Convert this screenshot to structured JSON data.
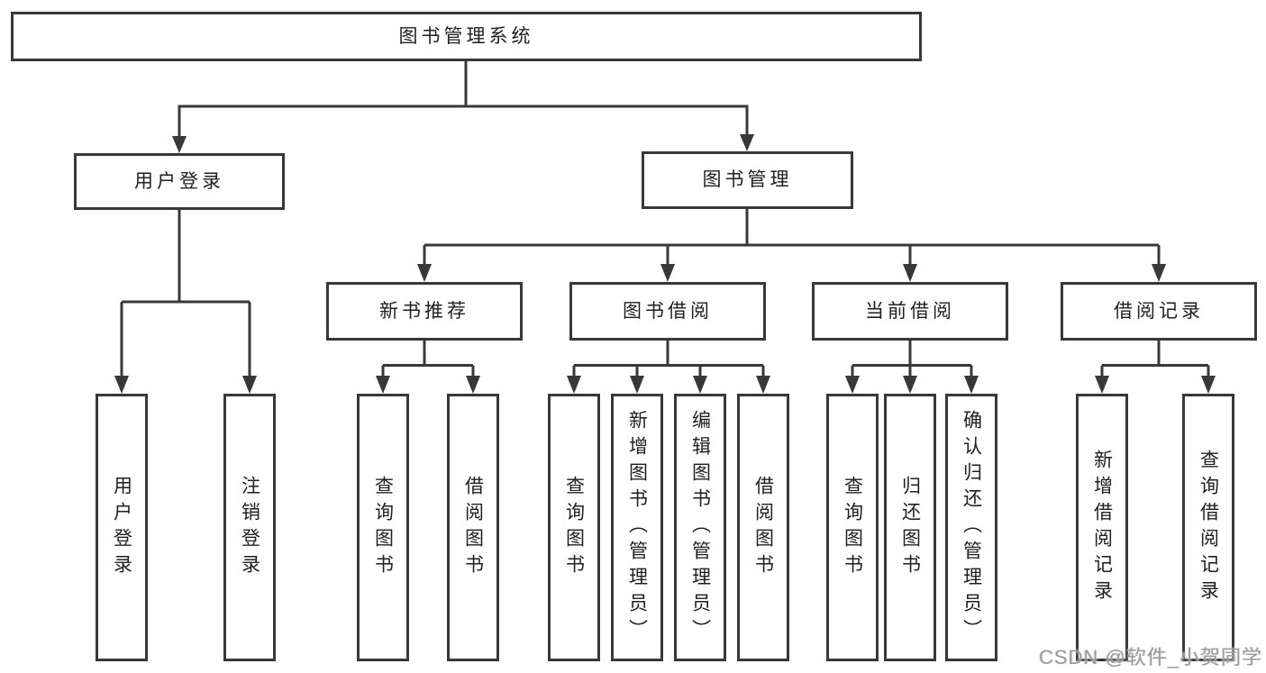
{
  "diagram": {
    "root": {
      "label": "图书管理系统"
    },
    "level2": [
      {
        "label": "用户登录"
      },
      {
        "label": "图书管理"
      }
    ],
    "level3": [
      {
        "label": "新书推荐"
      },
      {
        "label": "图书借阅"
      },
      {
        "label": "当前借阅"
      },
      {
        "label": "借阅记录"
      }
    ],
    "leaves": {
      "user_login": [
        {
          "label": "用户登录"
        },
        {
          "label": "注销登录"
        }
      ],
      "new_book_recommend": [
        {
          "label": "查询图书"
        },
        {
          "label": "借阅图书"
        }
      ],
      "book_borrowing": [
        {
          "label": "查询图书"
        },
        {
          "label": "新增图书（管理员）"
        },
        {
          "label": "编辑图书（管理员）"
        },
        {
          "label": "借阅图书"
        }
      ],
      "current_borrowing": [
        {
          "label": "查询图书"
        },
        {
          "label": "归还图书"
        },
        {
          "label": "确认归还（管理员）"
        }
      ],
      "borrowing_records": [
        {
          "label": "新增借阅记录"
        },
        {
          "label": "查询借阅记录"
        }
      ]
    }
  },
  "watermark": {
    "text": "CSDN @软件_小贺同学"
  },
  "colors": {
    "line": "#383838",
    "box_border": "#383838",
    "text": "#1f1f1f",
    "watermark": "#9b9b9b",
    "background": "#ffffff"
  }
}
